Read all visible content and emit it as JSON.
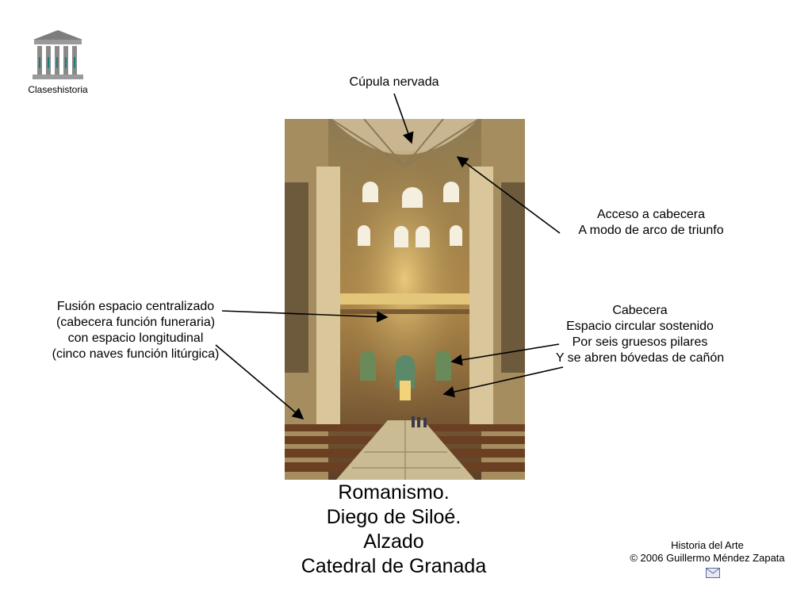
{
  "logo": {
    "label": "Claseshistoria",
    "icon": "greek-temple-icon"
  },
  "annotations": {
    "cupula": "Cúpula nervada",
    "acceso": [
      "Acceso a cabecera",
      "A modo de arco de triunfo"
    ],
    "fusion": [
      "Fusión espacio centralizado",
      "(cabecera función funeraria)",
      "con espacio longitudinal",
      "(cinco naves función litúrgica)"
    ],
    "cabecera": [
      "Cabecera",
      "Espacio circular sostenido",
      "Por seis gruesos pilares",
      "Y se abren bóvedas de cañón"
    ]
  },
  "title": [
    "Romanismo.",
    "Diego de Siloé.",
    "Alzado",
    "Catedral de Granada"
  ],
  "credit": [
    "Historia del Arte",
    "© 2006 Guillermo Méndez Zapata"
  ],
  "mail_icon": "envelope-icon"
}
